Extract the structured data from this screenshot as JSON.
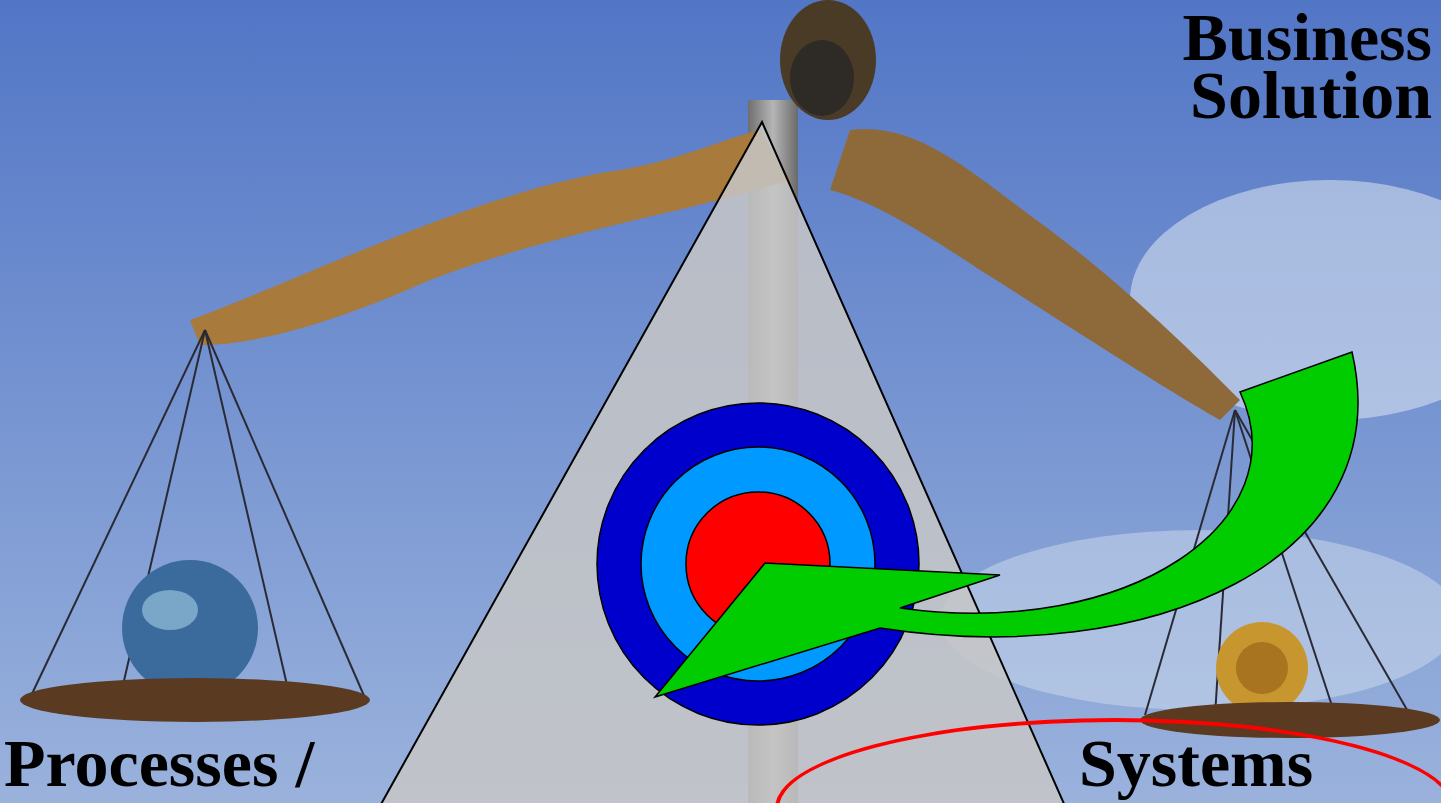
{
  "diagram": {
    "nodes": [
      {
        "text": [
          "Systems"
        ]
      }
    ],
    "labels": [
      "Business Solution",
      "Processes /"
    ]
  }
}
